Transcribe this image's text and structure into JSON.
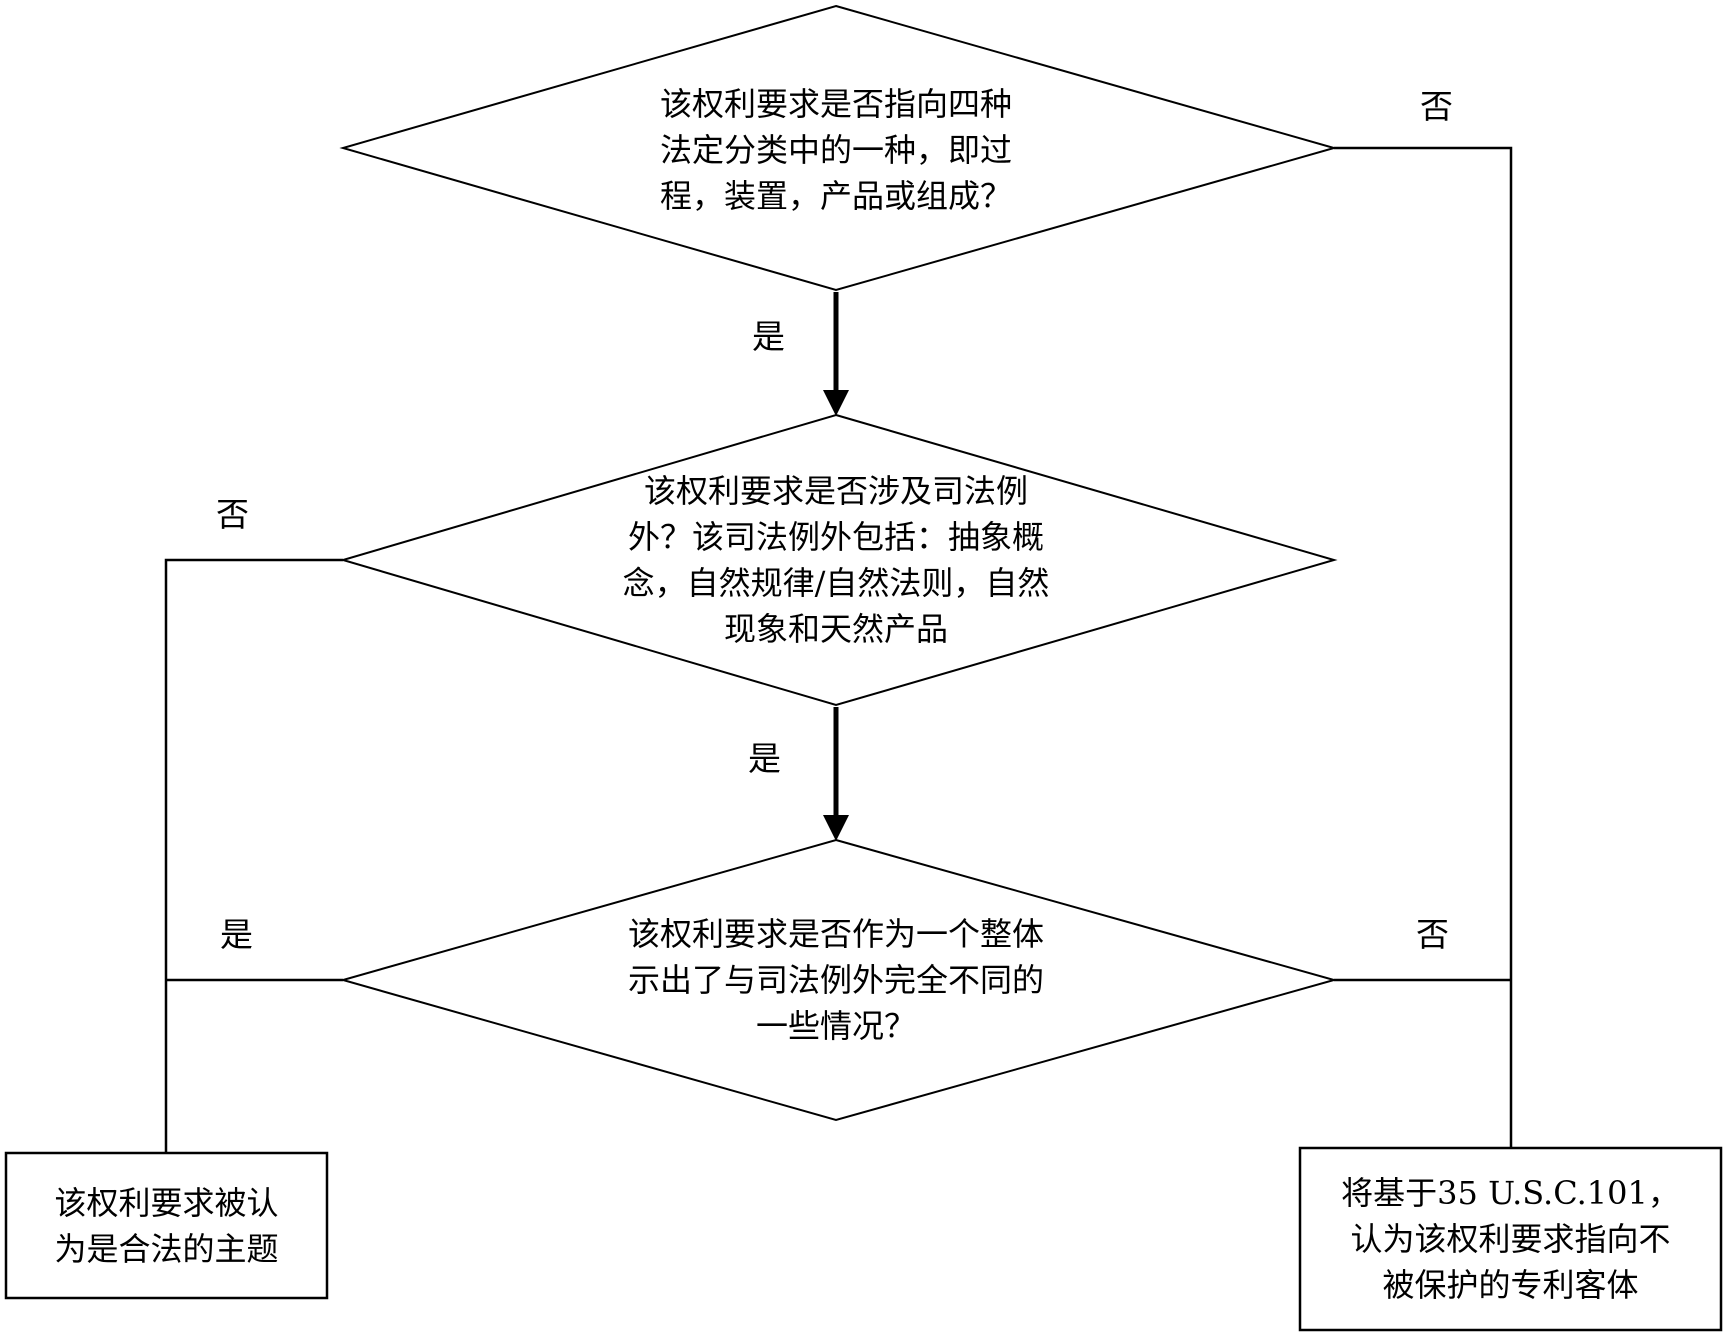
{
  "diagram": {
    "title": "patent-subject-matter-eligibility-flowchart",
    "colors": {
      "stroke": "#000000",
      "background": "#ffffff",
      "text": "#000000"
    },
    "decisions": [
      {
        "id": "statutory-category-check",
        "lines": [
          "该权利要求是否指向四种",
          "法定分类中的一种，即过",
          "程，装置，产品或组成？"
        ]
      },
      {
        "id": "judicial-exception-check",
        "lines": [
          "该权利要求是否涉及司法例",
          "外？该司法例外包括：抽象概",
          "念，自然规律/自然法则，自然",
          "现象和天然产品"
        ]
      },
      {
        "id": "significantly-different-check",
        "lines": [
          "该权利要求是否作为一个整体",
          "示出了与司法例外完全不同的",
          "一些情况？"
        ]
      }
    ],
    "terminals": [
      {
        "id": "eligible-result",
        "lines": [
          "该权利要求被认",
          "为是合法的主题"
        ]
      },
      {
        "id": "ineligible-result",
        "lines": [
          "将基于35 U.S.C.101，",
          "认为该权利要求指向不",
          "被保护的专利客体"
        ]
      }
    ],
    "labels": {
      "yes": "是",
      "no": "否"
    }
  }
}
